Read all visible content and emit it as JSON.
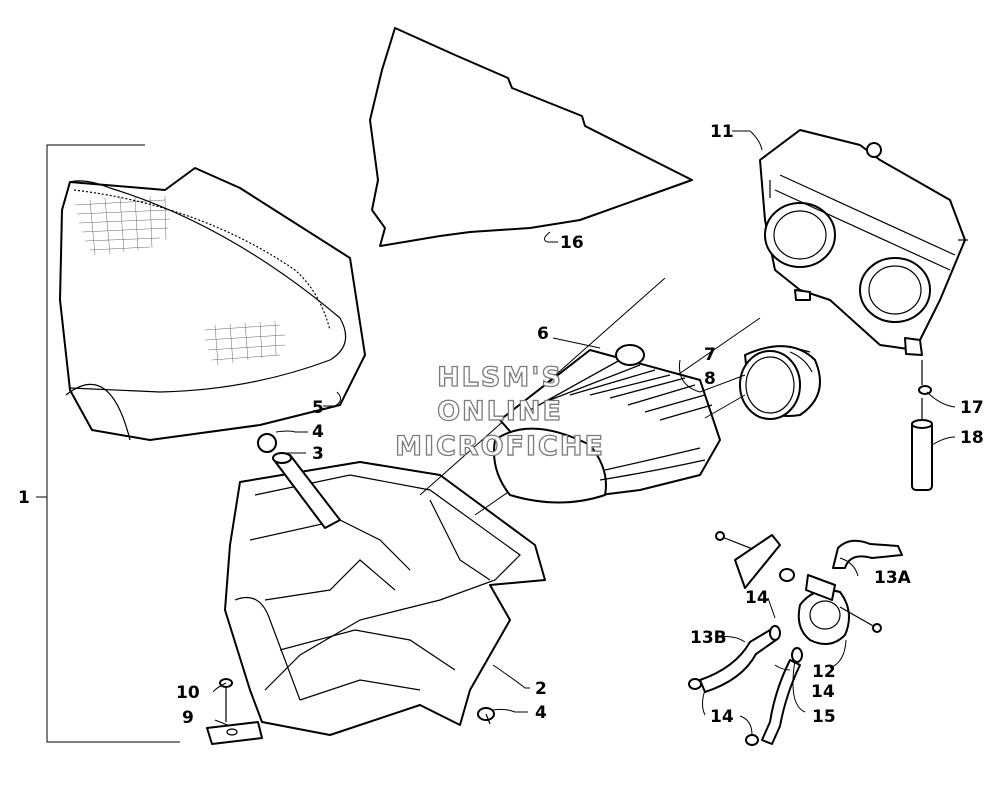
{
  "watermark": [
    "HLSM'S",
    "ONLINE",
    "MICROFICHE"
  ],
  "callouts": [
    {
      "id": "1",
      "text": "1"
    },
    {
      "id": "2",
      "text": "2"
    },
    {
      "id": "3",
      "text": "3"
    },
    {
      "id": "4a",
      "text": "4"
    },
    {
      "id": "4b",
      "text": "4"
    },
    {
      "id": "5",
      "text": "5"
    },
    {
      "id": "6",
      "text": "6"
    },
    {
      "id": "7",
      "text": "7"
    },
    {
      "id": "8",
      "text": "8"
    },
    {
      "id": "9",
      "text": "9"
    },
    {
      "id": "10",
      "text": "10"
    },
    {
      "id": "11",
      "text": "11"
    },
    {
      "id": "12",
      "text": "12"
    },
    {
      "id": "13A",
      "text": "13A"
    },
    {
      "id": "13B",
      "text": "13B"
    },
    {
      "id": "14a",
      "text": "14"
    },
    {
      "id": "14b",
      "text": "14"
    },
    {
      "id": "14c",
      "text": "14"
    },
    {
      "id": "15",
      "text": "15"
    },
    {
      "id": "16",
      "text": "16"
    },
    {
      "id": "17",
      "text": "17"
    },
    {
      "id": "18",
      "text": "18"
    }
  ]
}
